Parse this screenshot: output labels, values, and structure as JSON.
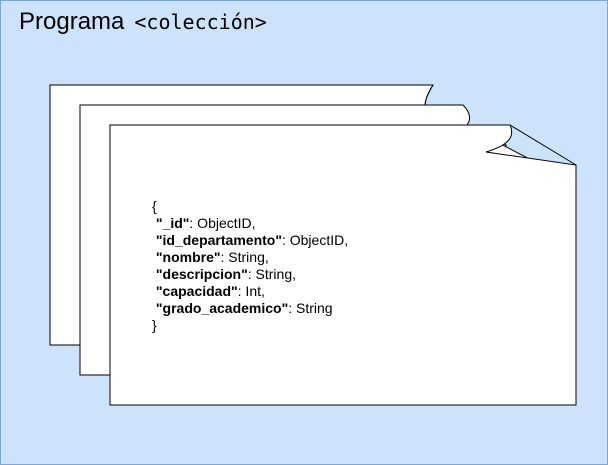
{
  "diagram": {
    "title": "Programa",
    "kind": "<colección>",
    "document": {
      "open_brace": "{",
      "close_brace": "}",
      "fields": [
        {
          "name": "\"_id\"",
          "type": ": ObjectID,"
        },
        {
          "name": "\"id_departamento\"",
          "type": ": ObjectID,"
        },
        {
          "name": "\"nombre\"",
          "type": ": String,"
        },
        {
          "name": "\"descripcion\"",
          "type": ": String,"
        },
        {
          "name": "\"capacidad\"",
          "type": ": Int,"
        },
        {
          "name": "\"grado_academico\"",
          "type": ": String"
        }
      ]
    },
    "colors": {
      "background": "#cce3fb",
      "page": "#ffffff",
      "stroke": "#000000"
    }
  }
}
